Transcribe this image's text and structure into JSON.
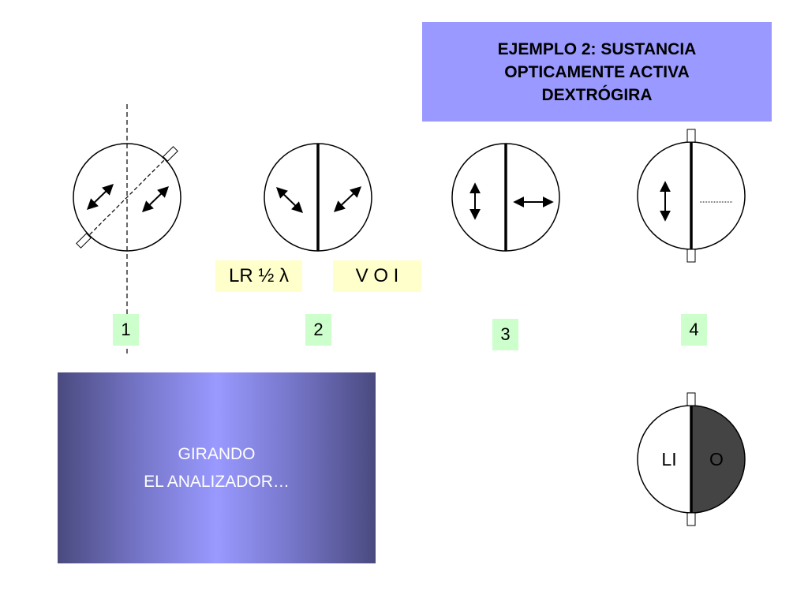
{
  "title": {
    "line1": "EJEMPLO 2: SUSTANCIA",
    "line2": "OPTICAMENTE ACTIVA",
    "line3": "DEXTRÓGIRA"
  },
  "labels": {
    "lr": "LR ½ λ",
    "voi": "V O I"
  },
  "steps": [
    "1",
    "2",
    "3",
    "4"
  ],
  "action": {
    "line1": "GIRANDO",
    "line2": "EL ANALIZADOR…"
  },
  "result": {
    "left_label": "LI",
    "right_label": "O",
    "dark_half_color": "#444444"
  },
  "colors": {
    "title_bg": "#9999ff",
    "label_bg": "#ffffcc",
    "number_bg": "#ccffcc"
  }
}
